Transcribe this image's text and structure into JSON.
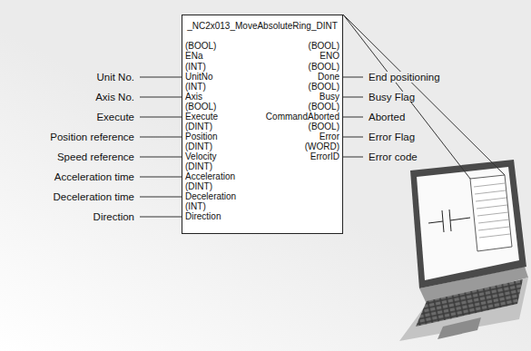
{
  "diagram": {
    "nodes": [
      {
        "text": [
          "_NC2x013_MoveAbsoluteRing_DINT"
        ]
      }
    ],
    "labels": [
      "(BOOL)",
      "ENa",
      "(INT)",
      "UnitNo",
      "(INT)",
      "Axis",
      "(BOOL)",
      "Execute",
      "(DINT)",
      "Position",
      "(DINT)",
      "Velocity",
      "(DINT)",
      "Acceleration",
      "(DINT)",
      "Deceleration",
      "(INT)",
      "Direction",
      "(BOOL)",
      "ENO",
      "(BOOL)",
      "Done",
      "(BOOL)",
      "Busy",
      "(BOOL)",
      "CommandAborted",
      "(BOOL)",
      "Error",
      "(WORD)",
      "ErrorID",
      "Unit No.",
      "Axis No.",
      "Execute",
      "Position reference",
      "Speed reference",
      "Acceleration time",
      "Deceleration time",
      "Direction",
      "End positioning",
      "Busy Flag",
      "Aborted",
      "Error Flag",
      "Error code"
    ]
  }
}
